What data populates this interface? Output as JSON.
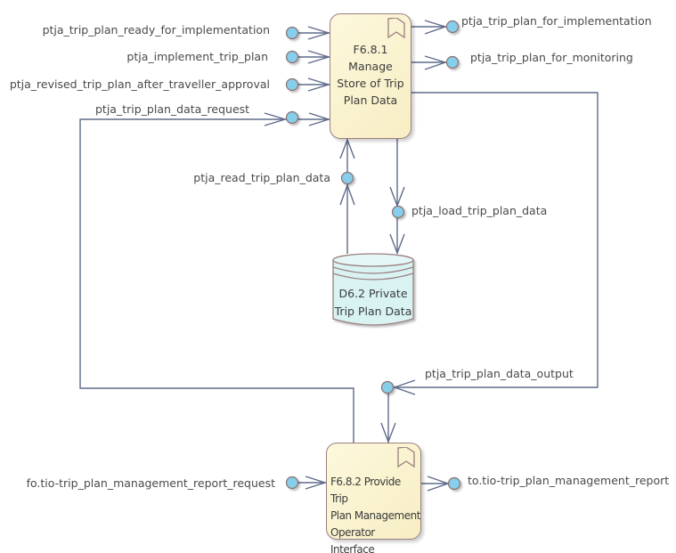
{
  "diagram": {
    "type": "data-flow",
    "processes": [
      {
        "id": "p1",
        "title_lines": [
          "F6.8.1 Manage",
          "Store of Trip",
          "Plan Data"
        ],
        "icon": "bookmark-icon"
      },
      {
        "id": "p2",
        "title_lines": [
          "F6.8.2 Provide Trip",
          "Plan Management",
          "Operator Interface"
        ],
        "icon": "bookmark-icon"
      }
    ],
    "data_store": {
      "id": "d1",
      "title_lines": [
        "D6.2 Private",
        "Trip Plan Data"
      ],
      "icon": "cylinder-icon"
    },
    "flows": [
      {
        "label": "ptja_trip_plan_ready_for_implementation",
        "from": "external",
        "to": "F6.8.1"
      },
      {
        "label": "ptja_implement_trip_plan",
        "from": "external",
        "to": "F6.8.1"
      },
      {
        "label": "ptja_revised_trip_plan_after_traveller_approval",
        "from": "external",
        "to": "F6.8.1"
      },
      {
        "label": "ptja_trip_plan_data_request",
        "from": "F6.8.2",
        "to": "F6.8.1"
      },
      {
        "label": "ptja_trip_plan_for_implementation",
        "from": "F6.8.1",
        "to": "external"
      },
      {
        "label": "ptja_trip_plan_for_monitoring",
        "from": "F6.8.1",
        "to": "external"
      },
      {
        "label": "ptja_read_trip_plan_data",
        "from": "D6.2",
        "to": "F6.8.1"
      },
      {
        "label": "ptja_load_trip_plan_data",
        "from": "F6.8.1",
        "to": "D6.2"
      },
      {
        "label": "ptja_trip_plan_data_output",
        "from": "F6.8.1",
        "to": "F6.8.2"
      },
      {
        "label": "fo.tio-trip_plan_management_report_request",
        "from": "external",
        "to": "F6.8.2"
      },
      {
        "label": "to.tio-trip_plan_management_report",
        "from": "F6.8.2",
        "to": "external"
      }
    ],
    "colors": {
      "line": "#5f6b8a",
      "port_fill": "#87ceeb",
      "port_stroke": "#8a7070",
      "process_fill": "#fbf4d2",
      "store_fill": "#d9f3f3"
    }
  }
}
